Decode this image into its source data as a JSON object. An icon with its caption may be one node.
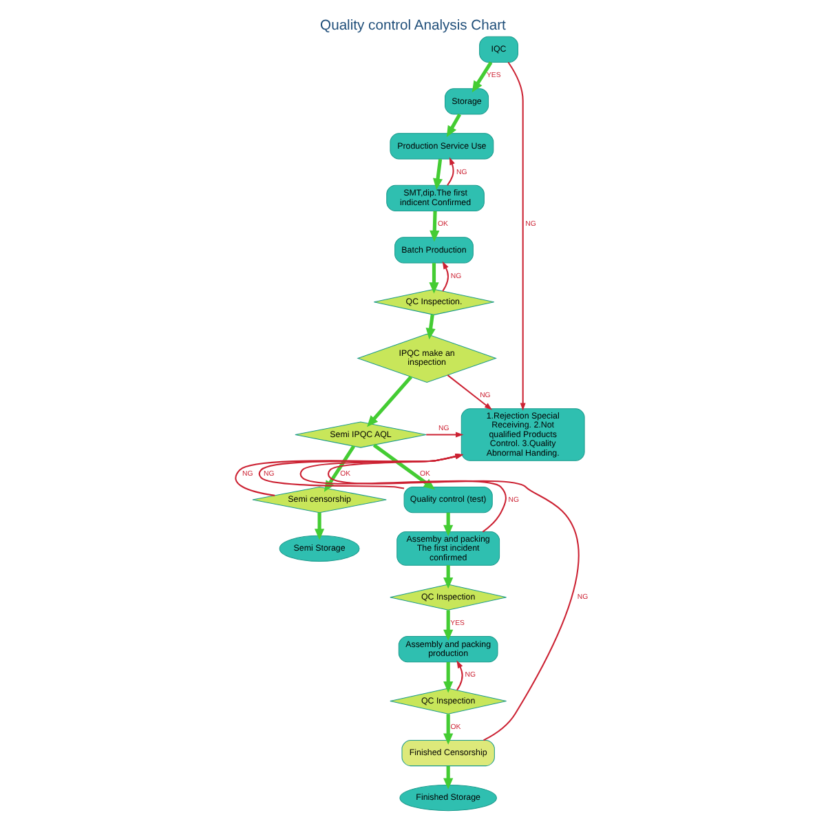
{
  "diagram": {
    "title": "Quality control Analysis Chart",
    "nodes": [
      {
        "text": [
          "IQC"
        ]
      },
      {
        "text": [
          "Storage"
        ]
      },
      {
        "text": [
          "Production Service Use"
        ]
      },
      {
        "text": [
          "SMT,dip.The first indicent Confirmed"
        ]
      },
      {
        "text": [
          "Batch Production"
        ]
      },
      {
        "text": [
          "QC Inspection."
        ]
      },
      {
        "text": [
          "IPQC make an inspection"
        ]
      },
      {
        "text": [
          "1.Rejection Special Receiving. 2.Not qualified Products Control. 3.Quality Abnormal Handing."
        ]
      },
      {
        "text": [
          "Semi IPQC AQL"
        ]
      },
      {
        "text": [
          "Semi censorship"
        ]
      },
      {
        "text": [
          "Semi Storage"
        ]
      },
      {
        "text": [
          "Quality control (test)"
        ]
      },
      {
        "text": [
          "Assemby and packing The first incident confirmed"
        ]
      },
      {
        "text": [
          "QC Inspection"
        ]
      },
      {
        "text": [
          "Assembly and packing production"
        ]
      },
      {
        "text": [
          "QC Inspection"
        ]
      },
      {
        "text": [
          "Finished Censorship"
        ]
      },
      {
        "text": [
          "Finished Storage"
        ]
      }
    ],
    "edges": [
      {
        "from": 0,
        "to": 1,
        "arrow": "to",
        "label": "YES"
      },
      {
        "from": 0,
        "to": 7,
        "arrow": "to",
        "label": "NG",
        "color": "#cc2233"
      },
      {
        "from": 1,
        "to": 2,
        "arrow": "to"
      },
      {
        "from": 2,
        "to": 3,
        "arrow": "to"
      },
      {
        "from": 3,
        "to": 2,
        "arrow": "to",
        "label": "NG",
        "color": "#cc2233"
      },
      {
        "from": 3,
        "to": 4,
        "arrow": "to",
        "label": "OK"
      },
      {
        "from": 4,
        "to": 5,
        "arrow": "to"
      },
      {
        "from": 5,
        "to": 4,
        "arrow": "to",
        "label": "NG",
        "color": "#cc2233"
      },
      {
        "from": 5,
        "to": 6,
        "arrow": "to"
      },
      {
        "from": 6,
        "to": 7,
        "arrow": "to",
        "label": "NG",
        "color": "#cc2233"
      },
      {
        "from": 6,
        "to": 8,
        "arrow": "to"
      },
      {
        "from": 8,
        "to": 7,
        "arrow": "to",
        "label": "NG",
        "color": "#cc2233"
      },
      {
        "from": 8,
        "to": 9,
        "arrow": "to",
        "label": "OK"
      },
      {
        "from": 9,
        "to": 7,
        "arrow": "to",
        "label": "NG",
        "color": "#cc2233"
      },
      {
        "from": 9,
        "to": 10,
        "arrow": "to"
      },
      {
        "from": 8,
        "to": 11,
        "arrow": "to",
        "label": "OK"
      },
      {
        "from": 11,
        "to": 7,
        "arrow": "to",
        "label": "NG",
        "color": "#cc2233"
      },
      {
        "from": 11,
        "to": 12,
        "arrow": "to"
      },
      {
        "from": 12,
        "to": 7,
        "arrow": "to",
        "label": "NG",
        "color": "#cc2233"
      },
      {
        "from": 12,
        "to": 13,
        "arrow": "to"
      },
      {
        "from": 13,
        "to": 14,
        "arrow": "to",
        "label": "YES"
      },
      {
        "from": 14,
        "to": 15,
        "arrow": "to"
      },
      {
        "from": 15,
        "to": 14,
        "arrow": "to",
        "label": "NG",
        "color": "#cc2233"
      },
      {
        "from": 15,
        "to": 16,
        "arrow": "to",
        "label": "OK"
      },
      {
        "from": 16,
        "to": 7,
        "arrow": "to",
        "label": "NG",
        "color": "#cc2233"
      },
      {
        "from": 16,
        "to": 17,
        "arrow": "to"
      }
    ]
  }
}
